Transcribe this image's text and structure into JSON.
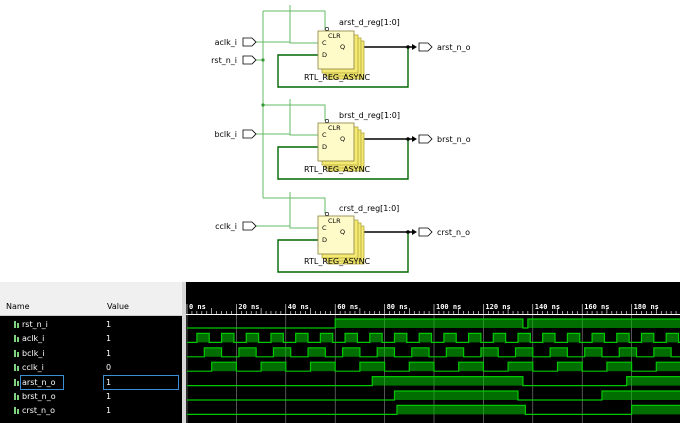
{
  "schematic": {
    "inputs": [
      "aclk_i",
      "rst_n_i",
      "bclk_i",
      "cclk_i"
    ],
    "outputs": [
      "arst_n_o",
      "brst_n_o",
      "crst_n_o"
    ],
    "registers": [
      {
        "name": "arst_d_reg[1:0]",
        "type": "RTL_REG_ASYNC"
      },
      {
        "name": "brst_d_reg[1:0]",
        "type": "RTL_REG_ASYNC"
      },
      {
        "name": "crst_d_reg[1:0]",
        "type": "RTL_REG_ASYNC"
      }
    ],
    "pin_clr": "CLR",
    "pin_c": "C",
    "pin_d": "D",
    "pin_q": "Q"
  },
  "wave": {
    "name_header": "Name",
    "value_header": "Value",
    "time_labels": [
      "0 ns",
      "20 ns",
      "40 ns",
      "60 ns",
      "80 ns",
      "100 ns",
      "120 ns",
      "140 ns",
      "160 ns",
      "180 ns"
    ],
    "signals": [
      {
        "name": "rst_n_i",
        "value": "1"
      },
      {
        "name": "aclk_i",
        "value": "1"
      },
      {
        "name": "bclk_i",
        "value": "1"
      },
      {
        "name": "cclk_i",
        "value": "0"
      },
      {
        "name": "arst_n_o",
        "value": "1"
      },
      {
        "name": "brst_n_o",
        "value": "1"
      },
      {
        "name": "crst_n_o",
        "value": "1"
      }
    ],
    "colors": {
      "wave": "#00c800",
      "background": "#000000",
      "grid": "#ffffff"
    }
  }
}
